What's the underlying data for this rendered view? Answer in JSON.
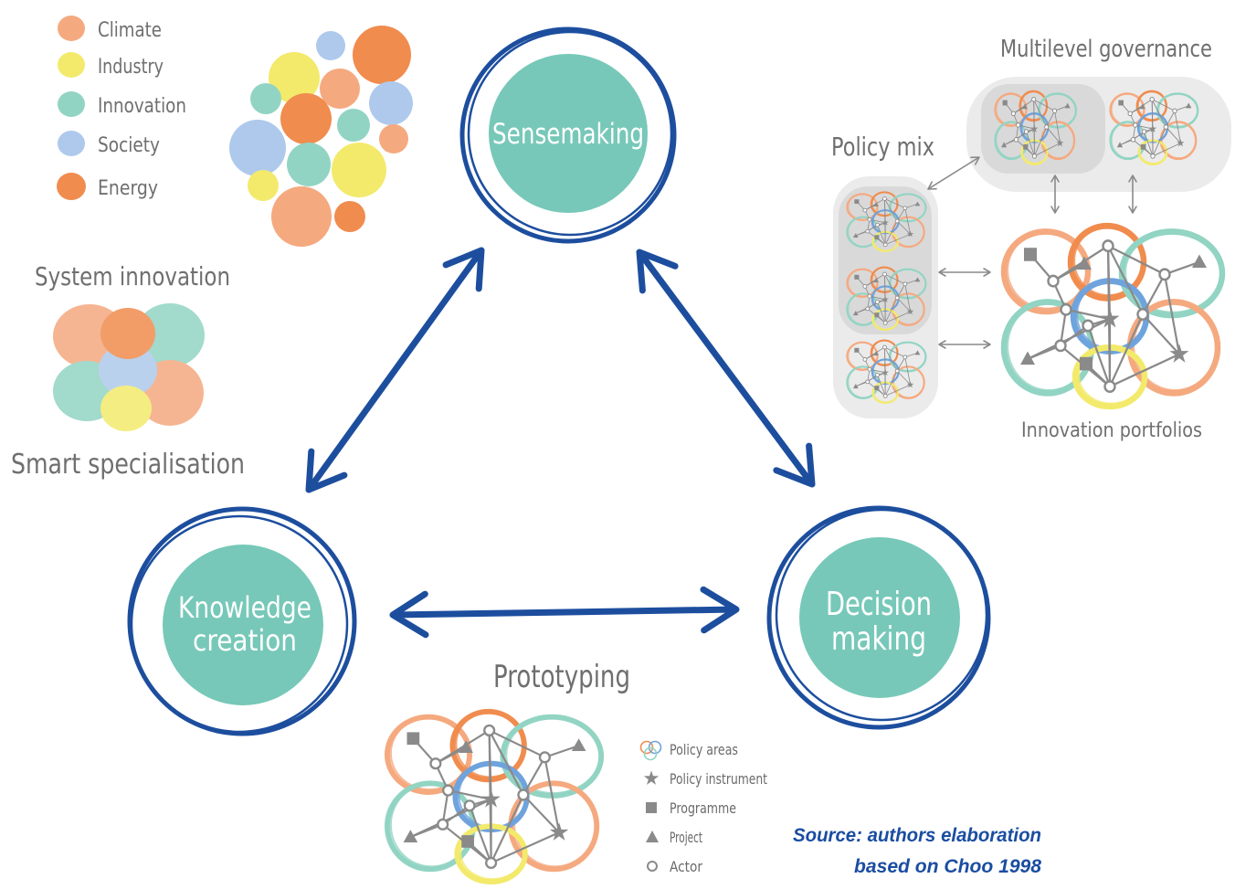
{
  "palette": {
    "climate": "#F5A97F",
    "industry": "#F3EA6C",
    "innovation": "#92D4C3",
    "society": "#AEC9EC",
    "energy": "#F08C4E",
    "society_ring": "#6FA3DD",
    "core_teal": "#77C8B8",
    "ring_blue": "#1D4E9E",
    "network_grey": "#8A8A8A"
  },
  "legend": {
    "items": [
      {
        "label": "Climate",
        "color": "#F5A97F"
      },
      {
        "label": "Industry",
        "color": "#F3EA6C"
      },
      {
        "label": "Innovation",
        "color": "#92D4C3"
      },
      {
        "label": "Society",
        "color": "#AEC9EC"
      },
      {
        "label": "Energy",
        "color": "#F08C4E"
      }
    ]
  },
  "labels": {
    "system_innovation": "System innovation",
    "smart_specialisation": "Smart specialisation",
    "prototyping": "Prototyping",
    "multilevel_governance": "Multilevel governance",
    "policy_mix": "Policy mix",
    "innovation_portfolios": "Innovation portfolios"
  },
  "stages": {
    "sensemaking": {
      "lines": [
        "Sensemaking"
      ]
    },
    "knowledge_creation": {
      "lines": [
        "Knowledge",
        "creation"
      ]
    },
    "decision_making": {
      "lines": [
        "Decision",
        "making"
      ]
    }
  },
  "network_legend": {
    "items": [
      {
        "icon": "policy-areas-icon",
        "label": "Policy areas"
      },
      {
        "icon": "star-icon",
        "label": "Policy instrument"
      },
      {
        "icon": "square-icon",
        "label": "Programme"
      },
      {
        "icon": "triangle-icon",
        "label": "Project"
      },
      {
        "icon": "circle-icon",
        "label": "Actor"
      }
    ]
  },
  "source": {
    "lines": [
      "Source: authors elaboration",
      "based on Choo 1998"
    ],
    "color": "#1A4DA1"
  }
}
